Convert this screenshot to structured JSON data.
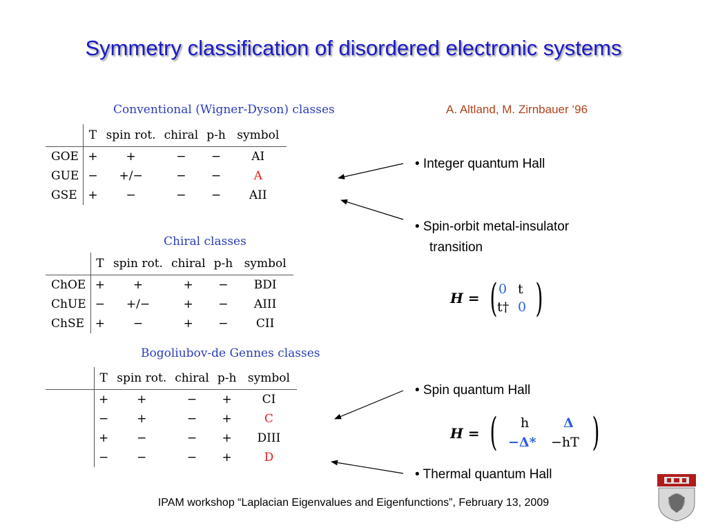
{
  "slide": {
    "title": "Symmetry classification of disordered electronic systems",
    "citation": "A. Altland, M. Zirnbauer ‘96",
    "footer": "IPAM workshop “Laplacian Eigenvalues and Eigenfunctions”, February 13, 2009"
  },
  "tables": {
    "headers": {
      "t": "T",
      "spin": "spin rot.",
      "chiral": "chiral",
      "ph": "p-h",
      "symbol": "symbol"
    },
    "wigner_dyson": {
      "heading": "Conventional (Wigner-Dyson) classes",
      "rows": [
        {
          "name": "GOE",
          "t": "+",
          "spin": "+",
          "chiral": "−",
          "ph": "−",
          "symbol": "AI"
        },
        {
          "name": "GUE",
          "t": "−",
          "spin": "+/−",
          "chiral": "−",
          "ph": "−",
          "symbol": "A"
        },
        {
          "name": "GSE",
          "t": "+",
          "spin": "−",
          "chiral": "−",
          "ph": "−",
          "symbol": "AII"
        }
      ]
    },
    "chiral": {
      "heading": "Chiral classes",
      "rows": [
        {
          "name": "ChOE",
          "t": "+",
          "spin": "+",
          "chiral": "+",
          "ph": "−",
          "symbol": "BDI"
        },
        {
          "name": "ChUE",
          "t": "−",
          "spin": "+/−",
          "chiral": "+",
          "ph": "−",
          "symbol": "AIII"
        },
        {
          "name": "ChSE",
          "t": "+",
          "spin": "−",
          "chiral": "+",
          "ph": "−",
          "symbol": "CII"
        }
      ]
    },
    "bdg": {
      "heading": "Bogoliubov-de Gennes classes",
      "rows": [
        {
          "name": "",
          "t": "+",
          "spin": "+",
          "chiral": "−",
          "ph": "+",
          "symbol": "CI"
        },
        {
          "name": "",
          "t": "−",
          "spin": "+",
          "chiral": "−",
          "ph": "+",
          "symbol": "C"
        },
        {
          "name": "",
          "t": "+",
          "spin": "−",
          "chiral": "−",
          "ph": "+",
          "symbol": "DIII"
        },
        {
          "name": "",
          "t": "−",
          "spin": "−",
          "chiral": "−",
          "ph": "+",
          "symbol": "D"
        }
      ]
    }
  },
  "bullets": {
    "iqh": "• Integer quantum Hall",
    "so_line1": "• Spin-orbit metal-insulator",
    "so_line2": "transition",
    "sqh": "• Spin quantum Hall",
    "tqh": "• Thermal quantum Hall"
  },
  "formulas": {
    "chiral": {
      "lhs": "H =",
      "a11": "0",
      "a12": "t",
      "a21": "t†",
      "a22": "0"
    },
    "bdg": {
      "lhs": "H =",
      "a11": "h",
      "a12": "Δ",
      "a21": "−Δ*",
      "a22": "−hT"
    }
  },
  "colors": {
    "title": "#1a1ac8",
    "heading": "#2a3db8",
    "citation": "#b0421a",
    "highlight": "#e81a1a",
    "matrix_blue": "#2a5ed8"
  }
}
